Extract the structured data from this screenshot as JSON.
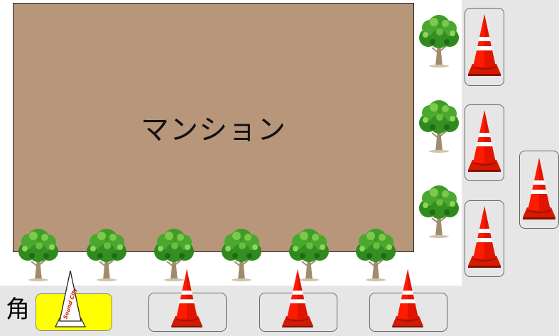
{
  "building": {
    "label": "マンション"
  },
  "corner": {
    "label": "角"
  },
  "special_cone": {
    "text": "Sound City"
  },
  "colors": {
    "building_fill": "#b8967a",
    "road": "#e6e6e6",
    "cone_red": "#ff1a00",
    "cone_stripe": "#ffffff",
    "highlight_box": "#ffff00"
  },
  "icons": [
    "tree-icon",
    "traffic-cone-icon",
    "white-cone-icon"
  ]
}
